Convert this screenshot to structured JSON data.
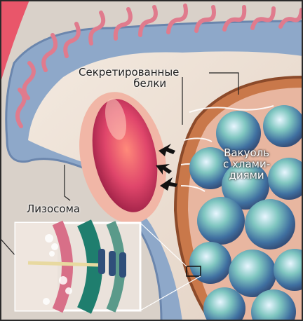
{
  "labels": {
    "secreted_proteins_line1": "Секретированные",
    "secreted_proteins_line2": "белки",
    "vacuole_line1": "Вакуоль",
    "vacuole_line2": "с хлами-",
    "vacuole_line3": "диями",
    "lysosome": "Лизосома"
  },
  "colors": {
    "background": "#d9d1c9",
    "membrane_blue": "#8ea8c9",
    "membrane_pink": "#e79aa6",
    "cytoplasm": "#efe3d6",
    "lysosome_core": "#e0466b",
    "vacuole_wall": "#c9784a",
    "inclusion_sphere": "#5aa6a0"
  },
  "icons": [
    "arrow-icon",
    "arrow-icon",
    "arrow-icon"
  ]
}
